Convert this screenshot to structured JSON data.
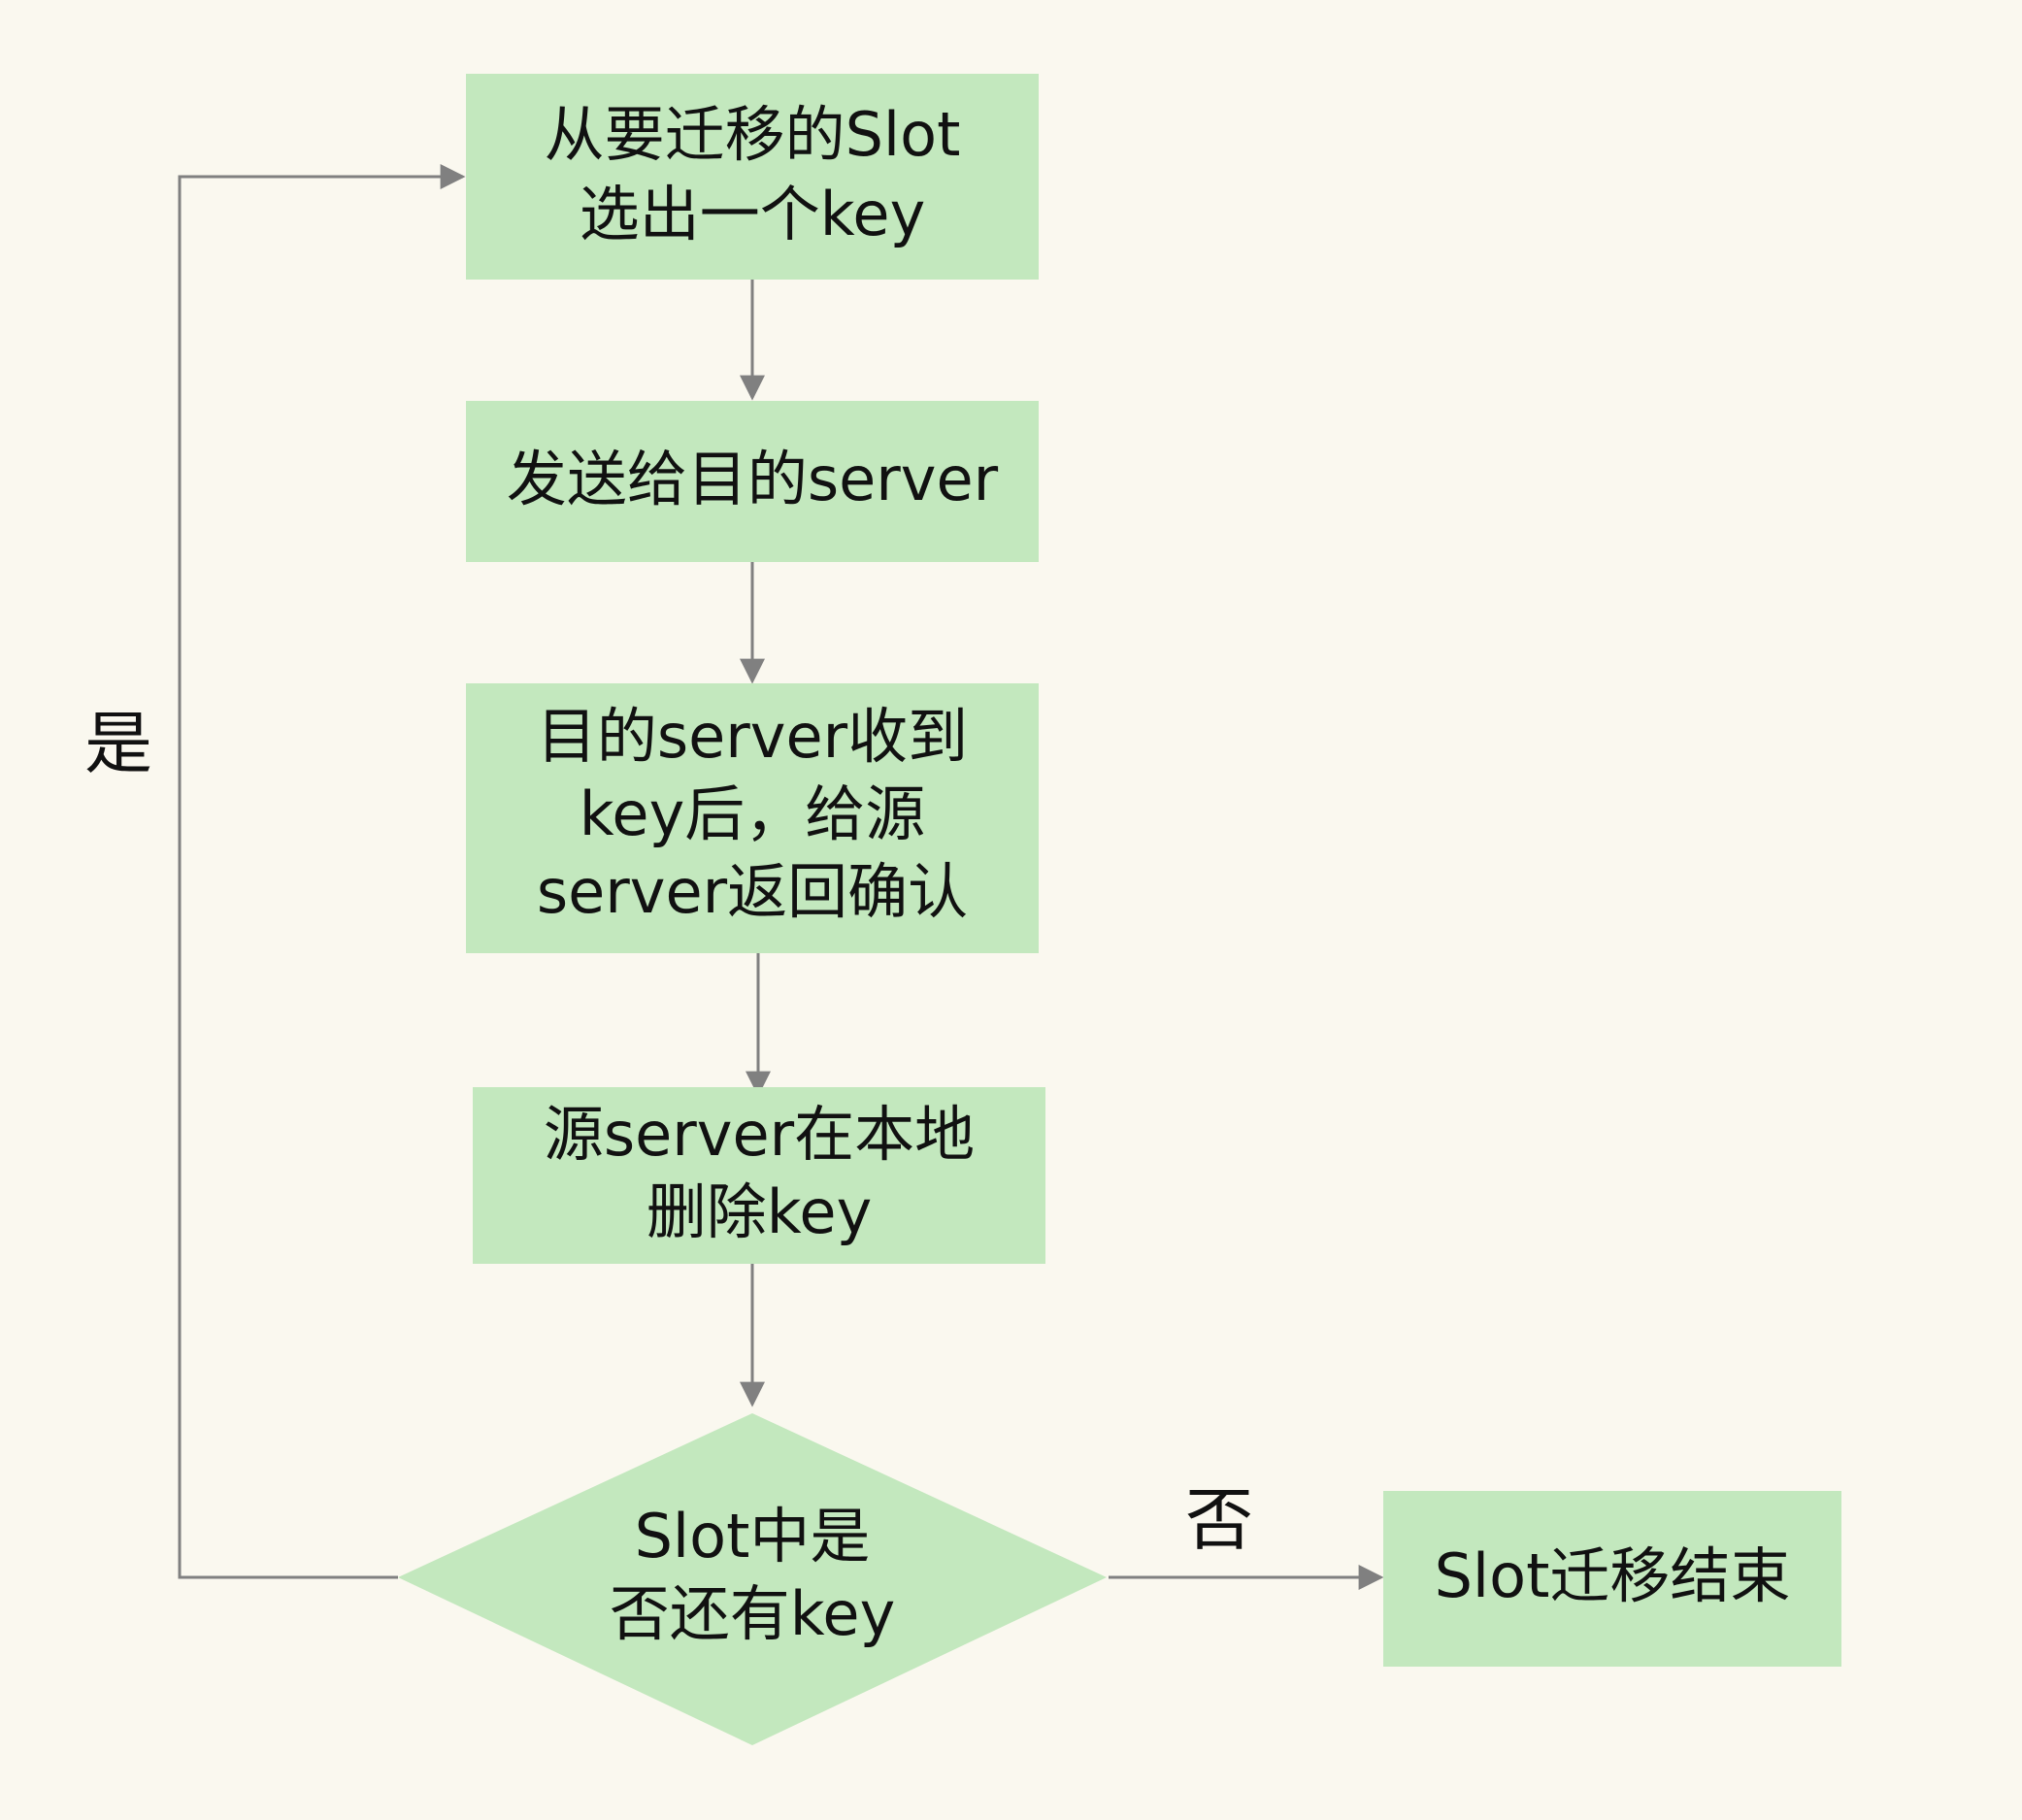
{
  "diagram": {
    "nodes": {
      "select_key": {
        "line1": "从要迁移的Slot",
        "line2": "选出一个key"
      },
      "send": {
        "line1": "发送给目的server"
      },
      "ack": {
        "line1": "目的server收到",
        "line2": "key后，给源",
        "line3": "server返回确认"
      },
      "delete": {
        "line1": "源server在本地",
        "line2": "删除key"
      },
      "decision": {
        "line1": "Slot中是",
        "line2": "否还有key"
      },
      "end": {
        "line1": "Slot迁移结束"
      }
    },
    "edges": {
      "yes_label": "是",
      "no_label": "否"
    }
  }
}
